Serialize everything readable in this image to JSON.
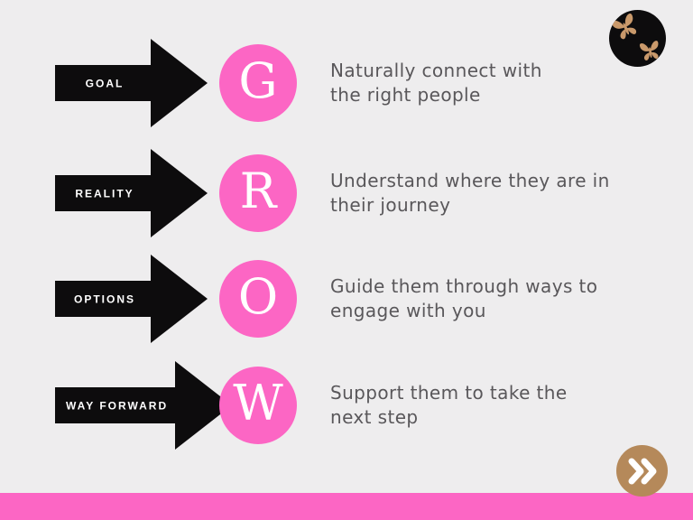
{
  "rows": [
    {
      "label": "GOAL",
      "letter": "G",
      "line1": "Naturally connect with",
      "line2": "the right people"
    },
    {
      "label": "REALITY",
      "letter": "R",
      "line1": "Understand where they are in",
      "line2": "their journey"
    },
    {
      "label": "OPTIONS",
      "letter": "O",
      "line1": "Guide them through ways to",
      "line2": "engage with you"
    },
    {
      "label": "WAY FORWARD",
      "letter": "W",
      "line1": "Support them to take the",
      "line2": "next step"
    }
  ],
  "icons": {
    "logo": "butterflies-icon",
    "next": "double-chevron-right-icon"
  },
  "colors": {
    "pink": "#fc66c4",
    "black": "#0d0c0d",
    "tan": "#b5895a",
    "butterfly_tan": "#c9996b",
    "text_gray": "#59575a",
    "background": "#eeedee",
    "white": "#ffffff"
  }
}
